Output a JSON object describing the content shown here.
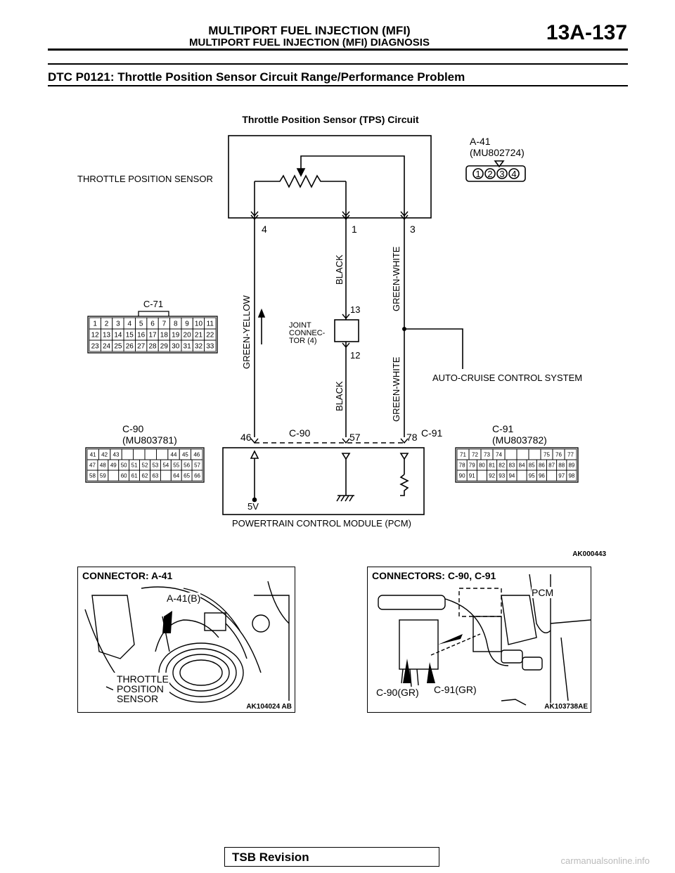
{
  "header": {
    "title": "MULTIPORT FUEL INJECTION (MFI)",
    "subtitle": "MULTIPORT FUEL INJECTION (MFI) DIAGNOSIS",
    "page_number": "13A-137"
  },
  "dtc_title": "DTC P0121: Throttle Position Sensor Circuit Range/Performance Problem",
  "diagram": {
    "title": "Throttle Position Sensor (TPS) Circuit",
    "sensor_label": "THROTTLE POSITION SENSOR",
    "a41": {
      "name": "A-41",
      "part": "(MU802724)",
      "pins": [
        "1",
        "2",
        "3",
        "4"
      ]
    },
    "pins_top": [
      "4",
      "1",
      "3"
    ],
    "wires": {
      "green_yellow": "GREEN-YELLOW",
      "black_upper": "BLACK",
      "black_lower": "BLACK",
      "green_white_upper": "GREEN-WHITE",
      "green_white_lower": "GREEN-WHITE"
    },
    "joint": {
      "line1": "JOINT",
      "line2": "CONNEC-",
      "line3": "TOR (4)",
      "pin_top": "13",
      "pin_bottom": "12"
    },
    "c71": {
      "name": "C-71",
      "rows": [
        [
          "1",
          "2",
          "3",
          "4",
          "5",
          "6",
          "7",
          "8",
          "9",
          "10",
          "11"
        ],
        [
          "12",
          "13",
          "14",
          "15",
          "16",
          "17",
          "18",
          "19",
          "20",
          "21",
          "22"
        ],
        [
          "23",
          "24",
          "25",
          "26",
          "27",
          "28",
          "29",
          "30",
          "31",
          "32",
          "33"
        ]
      ]
    },
    "auto_cruise": "AUTO-CRUISE CONTROL SYSTEM",
    "c90": {
      "name": "C-90",
      "part": "(MU803781)",
      "rows": [
        [
          "41",
          "42",
          "43",
          "",
          "",
          "",
          "",
          "44",
          "45",
          "46"
        ],
        [
          "47",
          "48",
          "49",
          "50",
          "51",
          "52",
          "53",
          "54",
          "55",
          "56",
          "57"
        ],
        [
          "58",
          "59",
          "",
          "60",
          "61",
          "62",
          "63",
          "",
          "64",
          "65",
          "66"
        ]
      ]
    },
    "c91": {
      "name": "C-91",
      "part": "(MU803782)",
      "rows": [
        [
          "71",
          "72",
          "73",
          "74",
          "",
          "",
          "",
          "75",
          "76",
          "77"
        ],
        [
          "78",
          "79",
          "80",
          "81",
          "82",
          "83",
          "84",
          "85",
          "86",
          "87",
          "88",
          "89"
        ],
        [
          "90",
          "91",
          "",
          "92",
          "93",
          "94",
          "",
          "95",
          "96",
          "",
          "97",
          "98"
        ]
      ]
    },
    "pcm_pins": [
      "46",
      "57",
      "78"
    ],
    "pcm_connector_mid": "C-90",
    "pcm_connector_right": "C-91",
    "voltage": "5V",
    "pcm_label": "POWERTRAIN CONTROL MODULE (PCM)",
    "figure_code": "AK000443"
  },
  "photo_left": {
    "title": "CONNECTOR: A-41",
    "callout": "A-41(B)",
    "label_line1": "THROTTLE",
    "label_line2": "POSITION",
    "label_line3": "SENSOR",
    "figure_code": "AK104024 AB"
  },
  "photo_right": {
    "title": "CONNECTORS: C-90, C-91",
    "pcm": "PCM",
    "c90": "C-90(GR)",
    "c91": "C-91(GR)",
    "figure_code": "AK103738AE"
  },
  "footer": {
    "tsb": "TSB Revision",
    "watermark": "carmanualsonline.info"
  }
}
